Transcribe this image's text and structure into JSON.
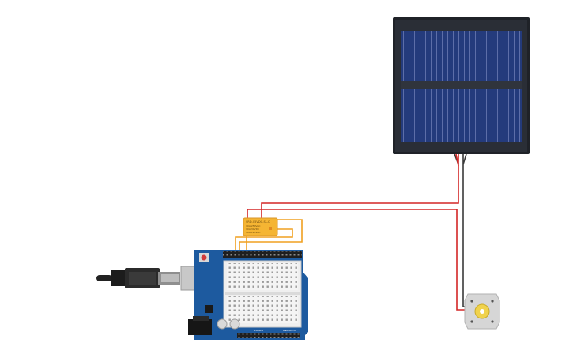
{
  "components": {
    "solar_panel": {
      "name": "solar-panel"
    },
    "relay": {
      "label_line1": "SRD-05VDC-SL-C",
      "label_line2": "10A 250VAC",
      "label_line3": "10A 30VDC",
      "label_line4": "10A 125VAC"
    },
    "arduino": {
      "label_power": "POWER",
      "label_analog": "ANALOG IN"
    },
    "motor": {
      "name": "dc-motor"
    }
  },
  "colors": {
    "wire_red": "#d32626",
    "wire_black": "#3a3a3a",
    "wire_orange": "#f0a020",
    "board_blue": "#1d5a9f",
    "panel_frame": "#1f2228",
    "panel_cell": "#233a7a",
    "relay_body": "#f5b533"
  }
}
